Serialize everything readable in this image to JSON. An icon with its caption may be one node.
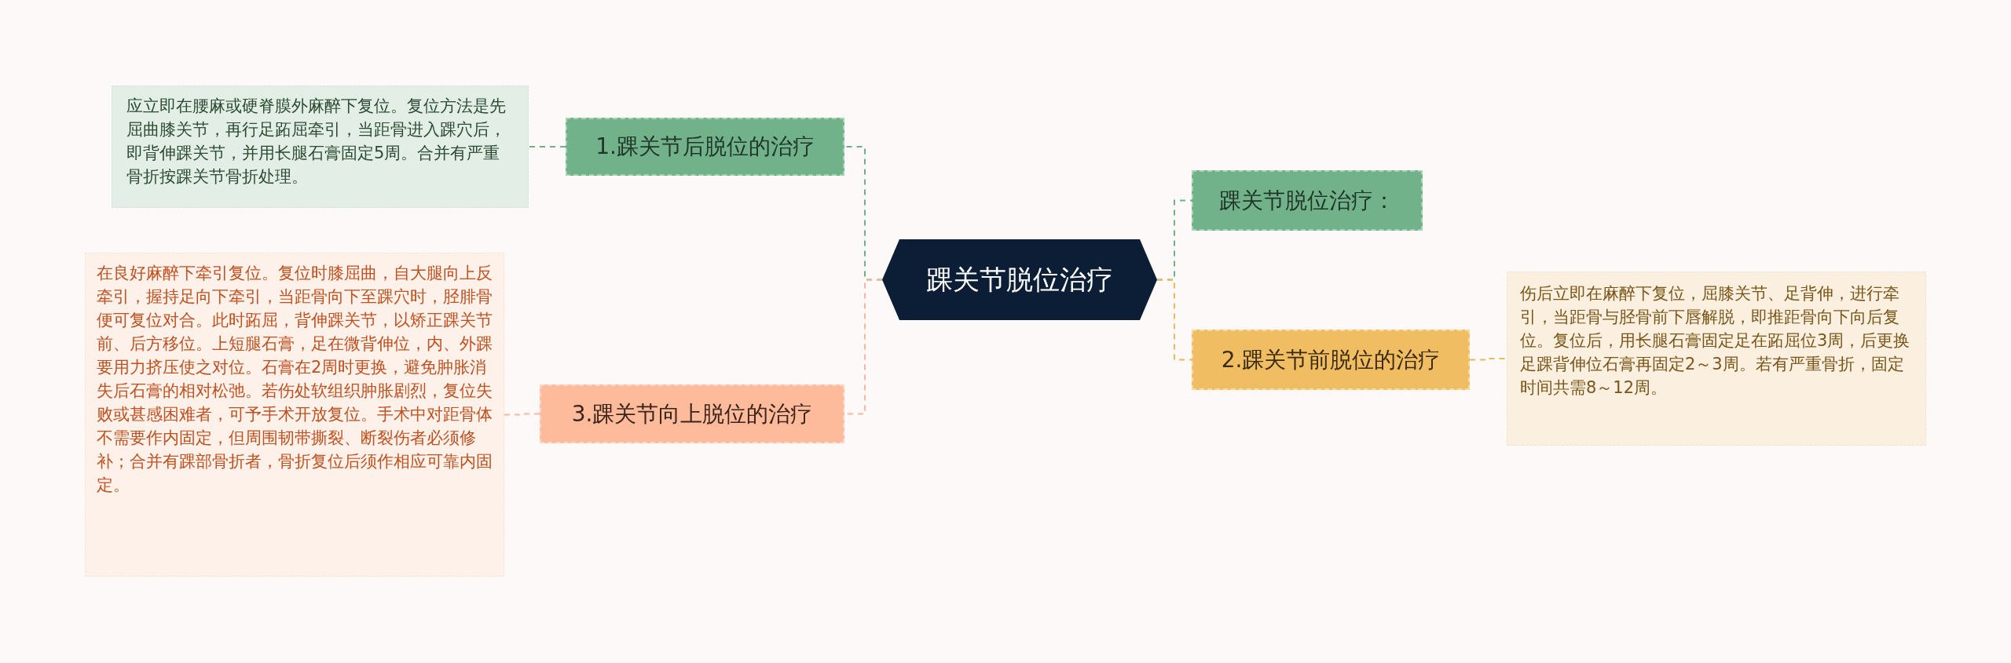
{
  "diagram": {
    "nodes": [
      {
        "text": [
          "踝关节脱位治疗"
        ]
      },
      {
        "text": [
          "1.踝关节后脱位的治疗"
        ]
      },
      {
        "text": [
          "应立即在腰麻或硬脊膜外麻醉下复位。复位方法是先屈曲膝关节，再行足跖屈牵引，当距骨进入踝穴后，即背伸踝关节，并用长腿石膏固定5周。合并有严重骨折按踝关节骨折处理。"
        ]
      },
      {
        "text": [
          "3.踝关节向上脱位的治疗"
        ]
      },
      {
        "text": [
          "在良好麻醉下牵引复位。复位时膝屈曲，自大腿向上反牵引，握持足向下牵引，当距骨向下至踝穴时，胫腓骨便可复位对合。此时跖屈，背伸踝关节，以矫正踝关节前、后方移位。上短腿石膏，足在微背伸位，内、外踝要用力挤压使之对位。石膏在2周时更换，避免肿胀消失后石膏的相对松弛。若伤处软组织肿胀剧烈，复位失败或甚感困难者，可予手术开放复位。手术中对距骨体不需要作内固定，但周围韧带撕裂、断裂伤者必须修补；合并有踝部骨折者，骨折复位后须作相应可靠内固定。"
        ]
      },
      {
        "text": [
          "踝关节脱位治疗："
        ]
      },
      {
        "text": [
          "2.踝关节前脱位的治疗"
        ]
      },
      {
        "text": [
          "伤后立即在麻醉下复位，屈膝关节、足背伸，进行牵引，当距骨与胫骨前下唇解脱，即推距骨向下向后复位。复位后，用长腿石膏固定足在跖屈位3周，后更换足踝背伸位石膏再固定2～3周。若有严重骨折，固定时间共需8～12周。"
        ]
      }
    ],
    "edges": [
      {
        "from": 0,
        "to": 1,
        "arrow": "none",
        "style": "dashed",
        "color": "#6fae87"
      },
      {
        "from": 1,
        "to": 2,
        "arrow": "none",
        "style": "dashed",
        "color": "#6fae87"
      },
      {
        "from": 0,
        "to": 3,
        "arrow": "none",
        "style": "dashed",
        "color": "#f7b79a"
      },
      {
        "from": 3,
        "to": 4,
        "arrow": "none",
        "style": "dashed",
        "color": "#f7b79a"
      },
      {
        "from": 0,
        "to": 5,
        "arrow": "none",
        "style": "dashed",
        "color": "#6fae87"
      },
      {
        "from": 0,
        "to": 6,
        "arrow": "none",
        "style": "dashed",
        "color": "#eab95c"
      },
      {
        "from": 6,
        "to": 7,
        "arrow": "none",
        "style": "dashed",
        "color": "#eab95c"
      }
    ]
  }
}
